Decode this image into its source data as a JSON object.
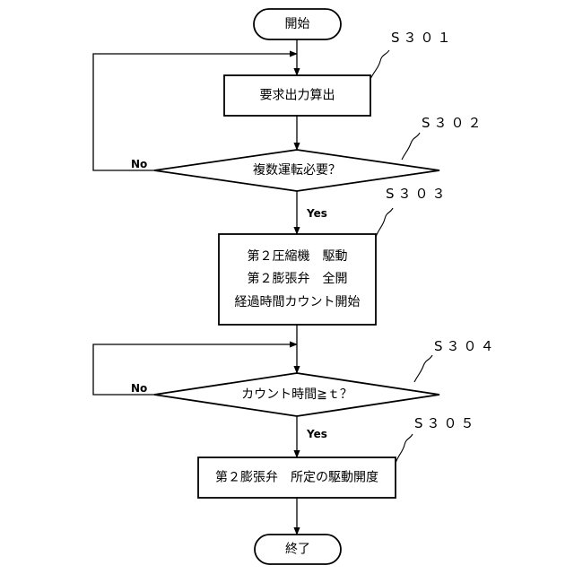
{
  "flowchart": {
    "start": "開始",
    "end": "終了",
    "steps": [
      {
        "id": "S301",
        "label": "S３０１",
        "lines": [
          "要求出力算出"
        ]
      },
      {
        "id": "S302",
        "label": "S３０２",
        "lines": [
          "複数運転必要？"
        ]
      },
      {
        "id": "S303",
        "label": "S３０３",
        "lines": [
          "第２圧縮機　駆動",
          "第２膨張弁　全開",
          "経過時間カウント開始"
        ]
      },
      {
        "id": "S304",
        "label": "S３０４",
        "lines": [
          "カウント時間≧ｔ？"
        ]
      },
      {
        "id": "S305",
        "label": "S３０５",
        "lines": [
          "第２膨張弁　所定の駆動開度"
        ]
      }
    ],
    "branches": {
      "s302_yes": "Yes",
      "s302_no": "No",
      "s304_yes": "Yes",
      "s304_no": "No"
    }
  }
}
